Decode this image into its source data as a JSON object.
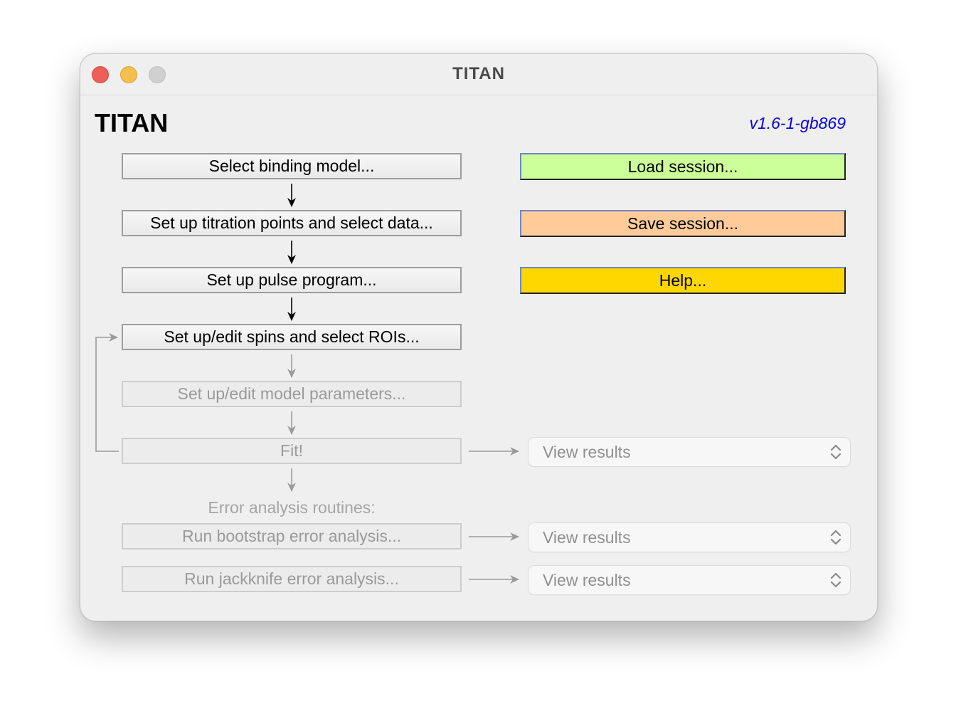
{
  "window": {
    "title": "TITAN"
  },
  "header": {
    "app_title": "TITAN",
    "version": "v1.6-1-gb869"
  },
  "workflow": {
    "select_binding_model": "Select binding model...",
    "titration_points": "Set up titration points and select data...",
    "pulse_program": "Set up pulse program...",
    "spins_rois": "Set up/edit spins and select ROIs...",
    "model_parameters": "Set up/edit model parameters...",
    "fit": "Fit!",
    "error_analysis_label": "Error analysis routines:",
    "bootstrap": "Run bootstrap error analysis...",
    "jackknife": "Run jackknife error analysis..."
  },
  "session": {
    "load": "Load session...",
    "save": "Save session...",
    "help": "Help..."
  },
  "results": {
    "fit_select": "View results",
    "bootstrap_select": "View results",
    "jackknife_select": "View results"
  },
  "colors": {
    "load_bg": "#ccff99",
    "save_bg": "#ffcc99",
    "help_bg": "#ffd700",
    "version_text": "#0000ee"
  }
}
